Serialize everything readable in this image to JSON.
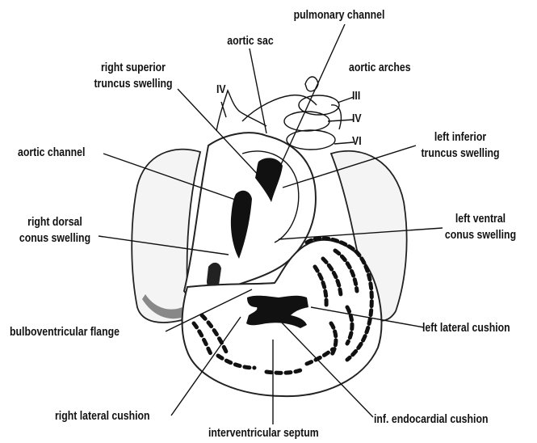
{
  "labels": {
    "pulmonary_channel": "pulmonary channel",
    "aortic_sac": "aortic sac",
    "right_superior_truncus_swelling_1": "right superior",
    "right_superior_truncus_swelling_2": "truncus swelling",
    "aortic_arches": "aortic arches",
    "arch_iii": "III",
    "arch_iv_right": "IV",
    "arch_iv_left": "IV",
    "arch_vi": "VI",
    "aortic_channel": "aortic channel",
    "left_inferior_truncus_swelling_1": "left inferior",
    "left_inferior_truncus_swelling_2": "truncus swelling",
    "right_dorsal_conus_swelling_1": "right dorsal",
    "right_dorsal_conus_swelling_2": "conus swelling",
    "left_ventral_conus_swelling_1": "left ventral",
    "left_ventral_conus_swelling_2": "conus swelling",
    "bulboventricular_flange": "bulboventricular flange",
    "left_lateral_cushion": "left lateral cushion",
    "right_lateral_cushion": "right lateral cushion",
    "inf_endocardial_cushion": "inf. endocardial cushion",
    "interventricular_septum": "interventricular septum"
  }
}
